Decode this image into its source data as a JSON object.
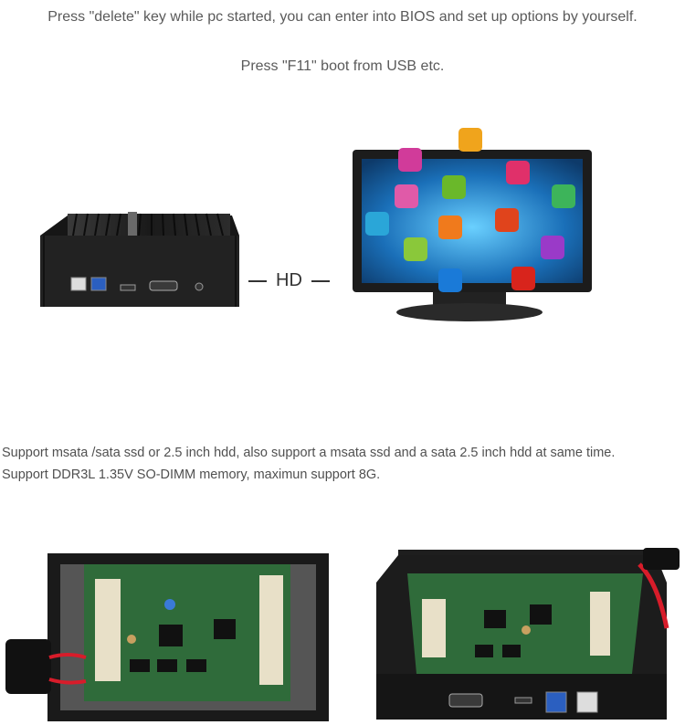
{
  "intro": {
    "line1": "Press \"delete\" key while pc started, you can enter into BIOS and set up options by yourself.",
    "line2": "Press \"F11\" boot from USB etc."
  },
  "connection_label": "HD",
  "support": {
    "line1": "Support msata /sata ssd or 2.5 inch hdd, also support a msata ssd and a sata 2.5 inch hdd at same time.",
    "line2": "Support DDR3L 1.35V SO-DIMM memory, maximun support 8G."
  },
  "colors": {
    "case": "#1e1e1e",
    "board": "#2f6b3a",
    "screen": "#1a6fb8"
  }
}
